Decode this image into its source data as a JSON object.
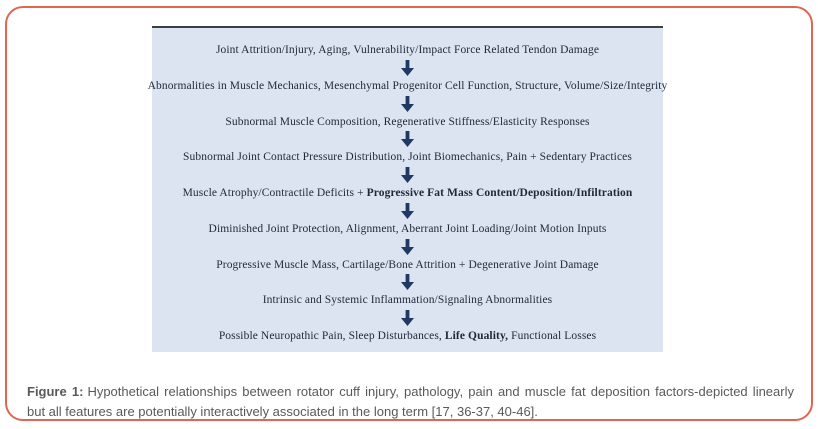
{
  "figure": {
    "caption": {
      "label": "Figure 1:",
      "text": "Hypothetical relationships between rotator cuff injury, pathology, pain and muscle fat deposition factors-depicted linearly but all features are potentially interactively associated in the long term [17, 36-37, 40-46]."
    }
  },
  "flowchart": {
    "arrow_icon": "thick-down-arrow",
    "steps": [
      {
        "segments": [
          {
            "text": "Joint Attrition/Injury, Aging, Vulnerability/Impact Force Related Tendon Damage",
            "bold": false
          }
        ]
      },
      {
        "segments": [
          {
            "text": "Abnormalities in Muscle Mechanics, Mesenchymal Progenitor Cell Function, Structure, Volume/Size/Integrity",
            "bold": false
          }
        ]
      },
      {
        "segments": [
          {
            "text": "Subnormal Muscle Composition, Regenerative Stiffness/Elasticity Responses",
            "bold": false
          }
        ]
      },
      {
        "segments": [
          {
            "text": "Subnormal Joint Contact Pressure Distribution, Joint Biomechanics, Pain + Sedentary Practices",
            "bold": false
          }
        ]
      },
      {
        "segments": [
          {
            "text": "Muscle Atrophy/Contractile Deficits + ",
            "bold": false
          },
          {
            "text": "Progressive Fat Mass Content/Deposition/Infiltration",
            "bold": true
          }
        ]
      },
      {
        "segments": [
          {
            "text": "Diminished Joint Protection, Alignment, Aberrant Joint Loading/Joint Motion Inputs",
            "bold": false
          }
        ]
      },
      {
        "segments": [
          {
            "text": "Progressive Muscle Mass, Cartilage/Bone Attrition + Degenerative Joint Damage",
            "bold": false
          }
        ]
      },
      {
        "segments": [
          {
            "text": "Intrinsic and Systemic Inflammation/Signaling Abnormalities",
            "bold": false
          }
        ]
      },
      {
        "segments": [
          {
            "text": "Possible Neuropathic Pain, Sleep Disturbances, ",
            "bold": false
          },
          {
            "text": "Life Quality,",
            "bold": true
          },
          {
            "text": " Functional Losses",
            "bold": false
          }
        ]
      }
    ]
  },
  "colors": {
    "frame_border": "#e06651",
    "panel_bg": "#dbe4f0",
    "panel_top_border": "#3e3e3e",
    "arrow": "#1f3864",
    "flow_text": "#1f2838",
    "caption_text": "#58595b"
  }
}
